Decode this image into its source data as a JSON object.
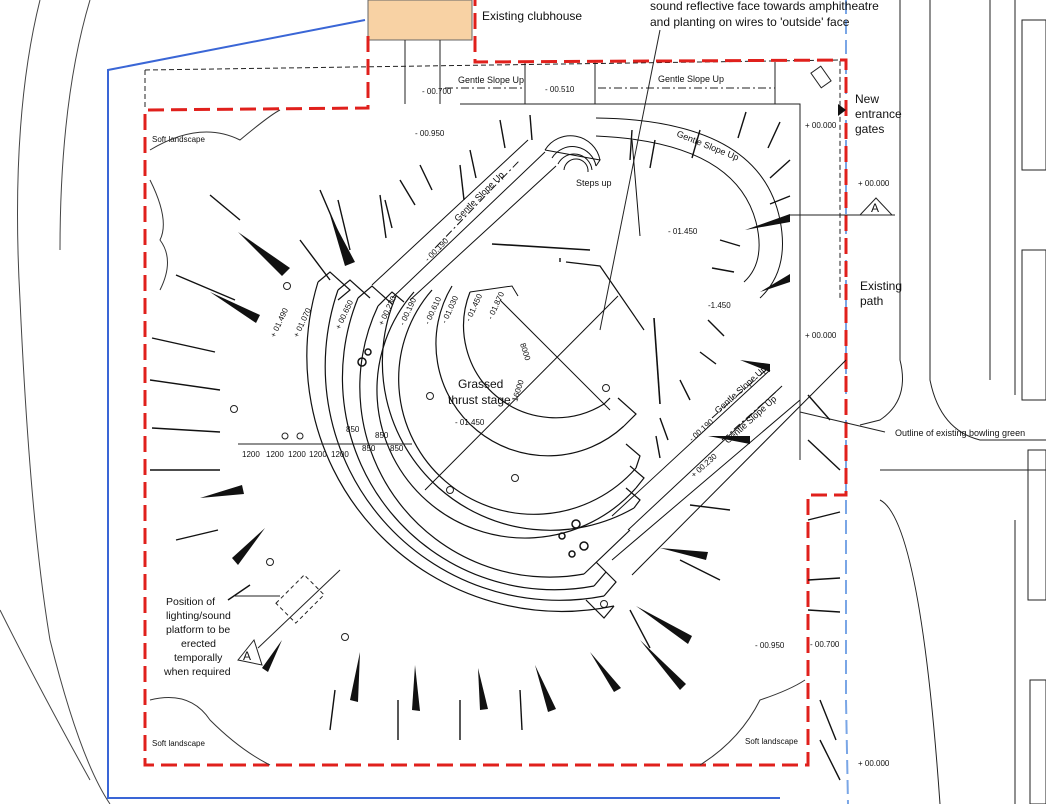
{
  "labels": {
    "clubhouse": "Existing clubhouse",
    "reflective_note_line1": "sound reflective face towards amphitheatre",
    "reflective_note_line2": "and planting on wires to 'outside' face",
    "gates_line1": "New",
    "gates_line2": "entrance",
    "gates_line3": "gates",
    "existing_path_line1": "Existing",
    "existing_path_line2": "path",
    "bowling_green": "Outline of existing bowling green",
    "soft_landscape": "Soft landscape",
    "steps_up": "Steps up",
    "stage_line1": "Grassed",
    "stage_line2": "thrust stage",
    "platform_line1": "Position of",
    "platform_line2": "lighting/sound",
    "platform_line3": "platform to be",
    "platform_line4": "erected",
    "platform_line5": "temporally",
    "platform_line6": "when required",
    "gentle_slope_up": "Gentle Slope Up",
    "section_marker": "A"
  },
  "levels": {
    "top_left": "- 00.700",
    "top_mid": "- 00.510",
    "upper_left": "- 00.950",
    "gates": "+ 00.000",
    "gates_b": "+ 00.000",
    "right_mid": "+ 00.000",
    "bowl": "- 01.450",
    "bowl_end": "-1.450",
    "stage": "- 01.450",
    "lower_right": "- 00.950",
    "right_low": "- 00.700",
    "bottom_right": "+ 00.000",
    "ramp_a": "- 00.190",
    "ramp_b": "- 00.190",
    "ramp_c": "+ 00.230"
  },
  "terrace_levels": [
    "+ 01.490",
    "+ 01.070",
    "+ 00.650",
    "+ 00.230",
    "- 00.190",
    "- 00.610",
    "- 01.030",
    "- 01.450",
    "- 01.870"
  ],
  "dimensions": {
    "row_widths": [
      "1200",
      "1200",
      "1200",
      "1200",
      "1200"
    ],
    "step_widths": [
      "850",
      "850",
      "850",
      "850"
    ],
    "stage_width": "8000",
    "stage_length": "16000"
  }
}
